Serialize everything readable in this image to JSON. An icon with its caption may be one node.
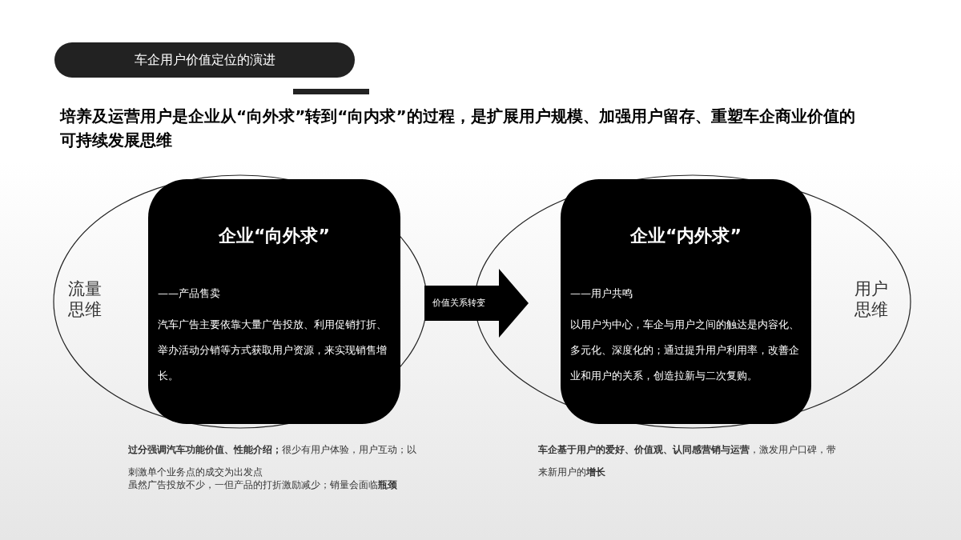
{
  "diagram": {
    "title": "车企用户价值定位的演进",
    "nodes": [
      {
        "text": [
          "流量思维"
        ]
      },
      {
        "text": [
          "企业“向外求”",
          "——产品售卖",
          "汽车广告主要依靠大量广告投放、利用促销打折、举办活动分销等方式获取用户资源，来实现销售增长。"
        ],
        "in": 0
      },
      {
        "text": [
          "用户思维"
        ]
      },
      {
        "text": [
          "企业“内外求”",
          "——用户共鸣",
          "以用户为中心，车企与用户之间的触达是内容化、多元化、深度化的；通过提升用户利用率，改善企业和用户的关系，创造拉新与二次复购。"
        ],
        "in": 2
      }
    ],
    "edges": [
      {
        "from": 0,
        "to": 2,
        "arrow": "to",
        "label": "价值关系转变"
      }
    ],
    "labels": [
      "培养及运营用户是企业从“向外求”转到“向内求”的过程，是扩展用户规模、加强用户留存、重塑车企商业价值的可持续发展思维",
      "**过分强调汽车功能价值、性能介绍；**很少有用户体验，用户互动；以刺激单个业务点的成交为出发点",
      "虽然广告投放不少，一但产品的打折激励减少；销量会面临**瓶颈**",
      "**车企基于用户的爱好、价值观、认同感营销与运营**，激发用户口碑，带来新用户的**增长**"
    ]
  }
}
